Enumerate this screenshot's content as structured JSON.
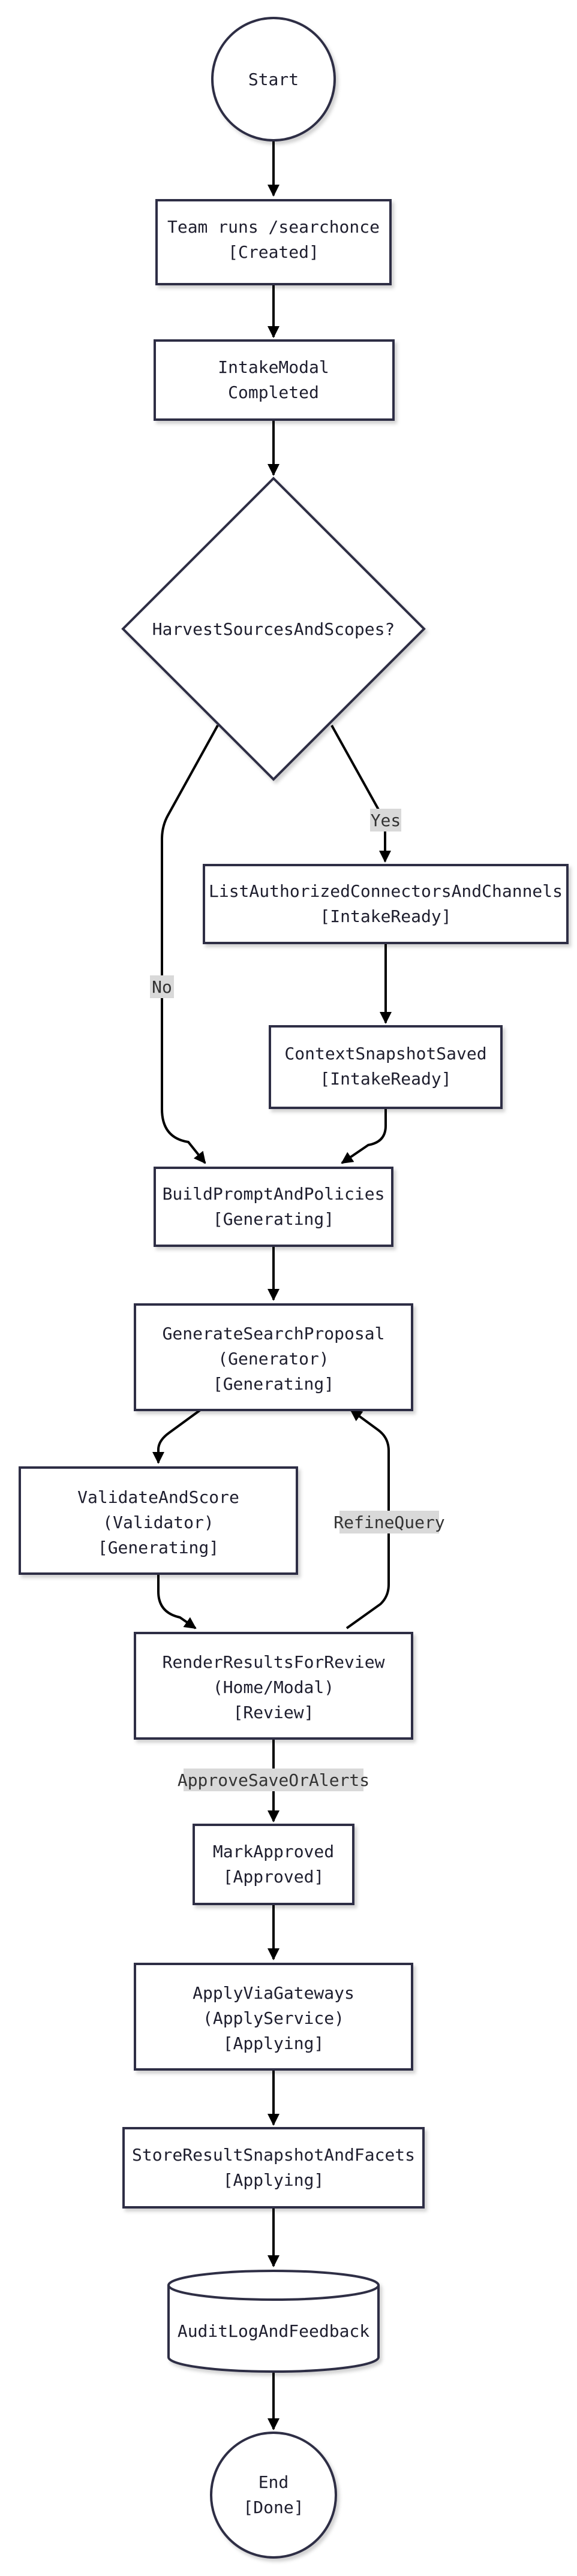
{
  "nodes": {
    "start": {
      "label": "Start"
    },
    "team_runs": {
      "lines": [
        "Team runs /searchonce",
        "[Created]"
      ]
    },
    "intake_modal": {
      "lines": [
        "IntakeModal",
        "Completed"
      ]
    },
    "harvest_decision": {
      "label": "HarvestSourcesAndScopes?"
    },
    "list_connectors": {
      "lines": [
        "ListAuthorizedConnectorsAndChannels",
        "[IntakeReady]"
      ]
    },
    "context_snapshot": {
      "lines": [
        "ContextSnapshotSaved",
        "[IntakeReady]"
      ]
    },
    "build_prompt": {
      "lines": [
        "BuildPromptAndPolicies",
        "[Generating]"
      ]
    },
    "generate_proposal": {
      "lines": [
        "GenerateSearchProposal",
        "(Generator)",
        "[Generating]"
      ]
    },
    "validate_score": {
      "lines": [
        "ValidateAndScore",
        "(Validator)",
        "[Generating]"
      ]
    },
    "render_results": {
      "lines": [
        "RenderResultsForReview",
        "(Home/Modal)",
        "[Review]"
      ]
    },
    "mark_approved": {
      "lines": [
        "MarkApproved",
        "[Approved]"
      ]
    },
    "apply_gateways": {
      "lines": [
        "ApplyViaGateways",
        "(ApplyService)",
        "[Applying]"
      ]
    },
    "store_snapshot": {
      "lines": [
        "StoreResultSnapshotAndFacets",
        "[Applying]"
      ]
    },
    "audit_log": {
      "label": "AuditLogAndFeedback"
    },
    "end": {
      "lines": [
        "End",
        "[Done]"
      ]
    }
  },
  "edge_labels": {
    "yes": "Yes",
    "no": "No",
    "refine_query": "RefineQuery",
    "approve_save": "ApproveSaveOrAlerts"
  },
  "colors": {
    "node_stroke": "#2f2f45",
    "node_fill": "#ffffff",
    "edge": "#000000",
    "label_bg": "#d9d9d9"
  }
}
